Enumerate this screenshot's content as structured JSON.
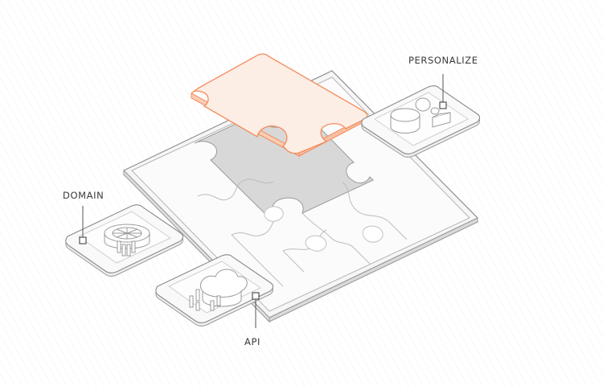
{
  "labels": {
    "personalize": "PERSONALIZE",
    "domain": "DOMAIN",
    "api": "API"
  },
  "colors": {
    "background": "#ffffff",
    "hatch": "#f2f2f2",
    "outline": "#9a9a9a",
    "tile_face": "#f7f7f7",
    "tile_inner": "#fbfbfb",
    "piece_face": "#fdfdfd",
    "missing_slot": "#d6d6d6",
    "accent_fill": "#fdeee5",
    "accent_stroke": "#f58a5a",
    "text": "#3a3a3a"
  },
  "icons": [
    "users-icon",
    "database-icon",
    "cloud-icon"
  ]
}
